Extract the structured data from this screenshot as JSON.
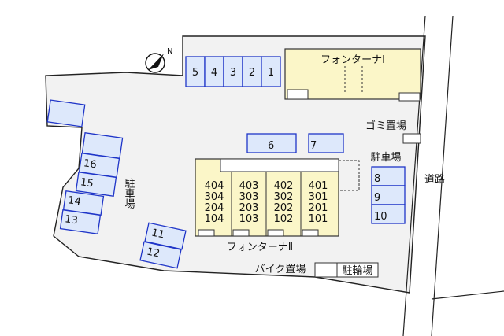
{
  "compass": {
    "label": "N"
  },
  "buildings": {
    "fontana1": {
      "label": "フォンターナⅠ"
    },
    "fontana2": {
      "label": "フォンターナⅡ",
      "columns": [
        [
          "404",
          "304",
          "204",
          "104"
        ],
        [
          "403",
          "303",
          "203",
          "103"
        ],
        [
          "402",
          "302",
          "202",
          "102"
        ],
        [
          "401",
          "301",
          "201",
          "101"
        ]
      ]
    }
  },
  "labels": {
    "garbage": "ゴミ置場",
    "parking_left": "駐車場",
    "parking_right": "駐車場",
    "road": "道路",
    "bike_storage": "バイク置場",
    "bicycle_parking": "駐輪場"
  },
  "parking_spaces": {
    "top_row": [
      "5",
      "4",
      "3",
      "2",
      "1"
    ],
    "middle": [
      "6",
      "7"
    ],
    "right_column": [
      "8",
      "9",
      "10"
    ],
    "left_group": [
      "16",
      "15",
      "14",
      "13"
    ],
    "bottom_left": [
      "11",
      "12"
    ]
  },
  "colors": {
    "lot": "#f2f2f2",
    "lot_edge": "#222222",
    "parking_fill": "#dde8fb",
    "parking_edge": "#1f35c8",
    "building_fill": "#fbf6c8",
    "building_edge": "#333333"
  }
}
